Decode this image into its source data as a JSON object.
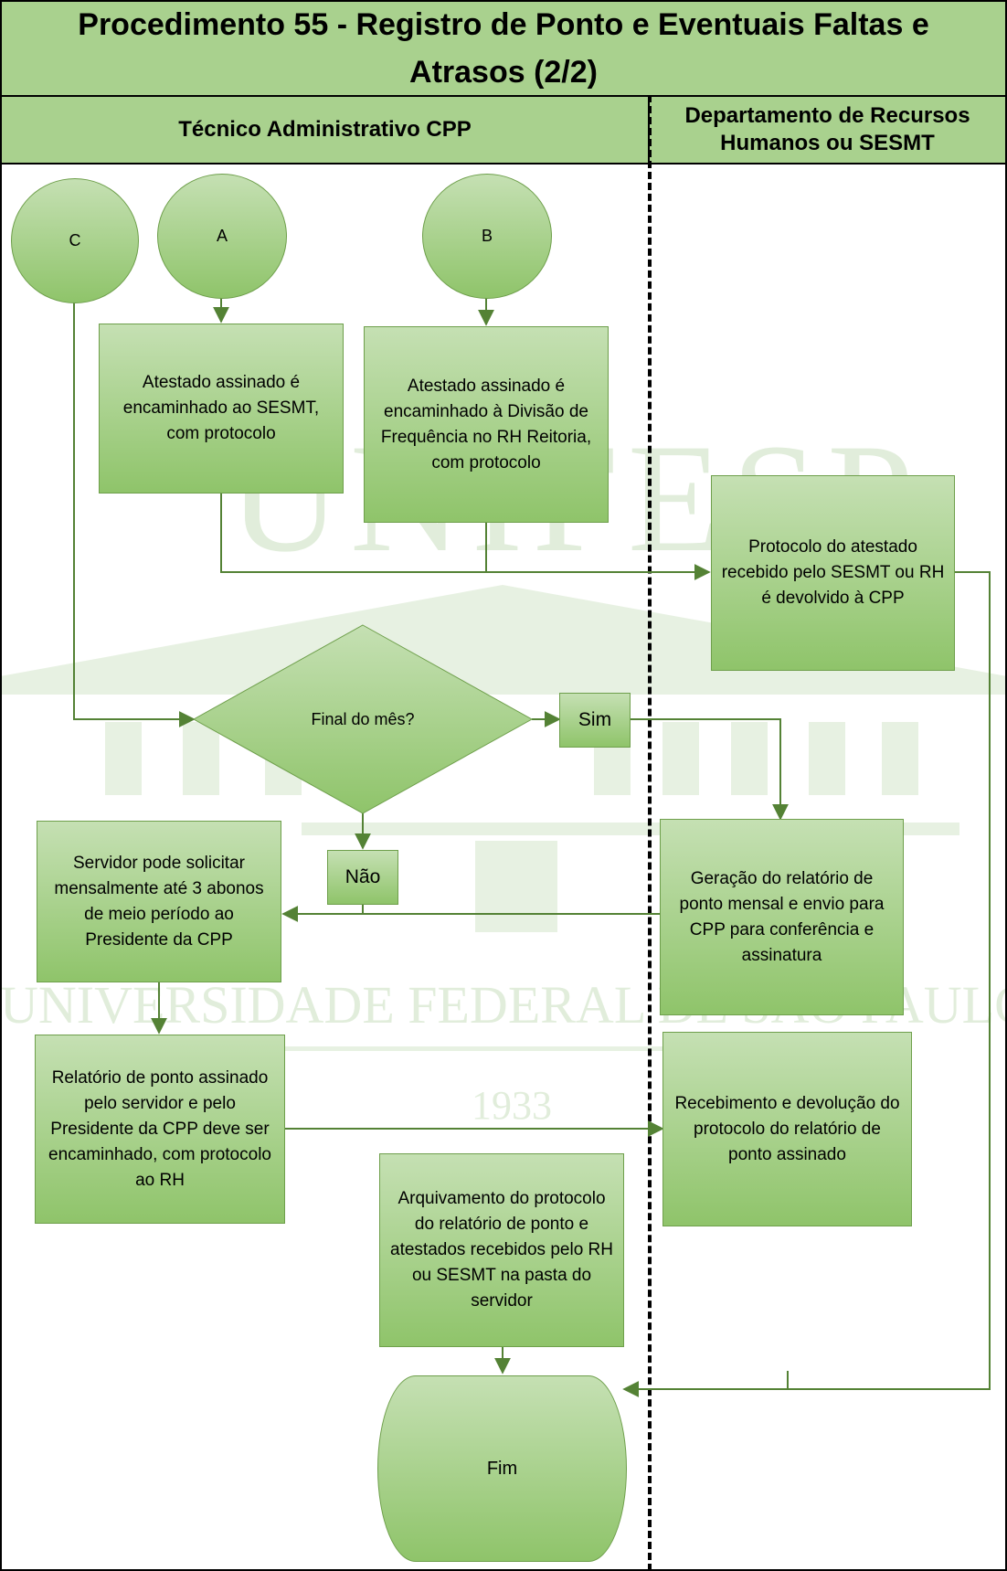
{
  "title": "Procedimento 55 - Registro de Ponto e Eventuais Faltas e Atrasos (2/2)",
  "lanes": {
    "left": "Técnico Administrativo CPP",
    "right": "Departamento de Recursos Humanos ou SESMT"
  },
  "watermark": {
    "word": "UNIFESP",
    "name": "UNIVERSIDADE FEDERAL DE SÃO PAULO",
    "year": "1933"
  },
  "connectors": {
    "c": "C",
    "a": "A",
    "b": "B"
  },
  "steps": {
    "sesmt": "Atestado assinado é encaminhado ao SESMT, com protocolo",
    "rh": "Atestado assinado é encaminhado à Divisão de Frequência no RH Reitoria, com protocolo",
    "protocolo": "Protocolo do atestado recebido pelo SESMT ou RH é devolvido à CPP",
    "decision": "Final do mês?",
    "yes": "Sim",
    "no": "Não",
    "abonos": "Servidor pode solicitar mensalmente até 3 abonos de meio período ao Presidente da CPP",
    "geracao": "Geração do relatório de ponto mensal e envio para CPP para conferência e assinatura",
    "relatorio": "Relatório de ponto assinado pelo servidor e pelo Presidente da CPP deve ser encaminhado, com protocolo ao RH",
    "recebimento": "Recebimento e devolução do protocolo do relatório de ponto assinado",
    "arquivamento": "Arquivamento do protocolo do relatório de ponto e atestados recebidos pelo RH ou SESMT na pasta do servidor",
    "end": "Fim"
  },
  "colors": {
    "header": "#a9d18e",
    "shape_light": "#c5e0b3",
    "shape_dark": "#8fc46a",
    "line": "#548235"
  }
}
